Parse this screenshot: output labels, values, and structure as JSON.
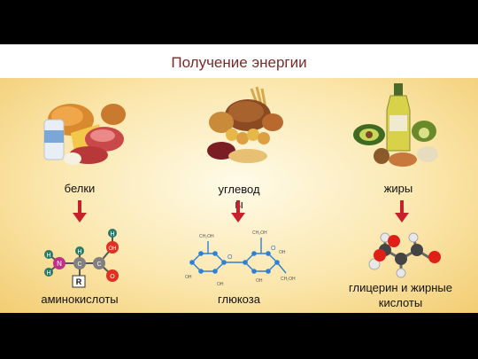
{
  "title": "Получение энергии",
  "columns": [
    {
      "food_label": "белки",
      "product_label": "аминокислоты",
      "food_icon": "protein-foods",
      "molecule_icon": "amino-acid-molecule"
    },
    {
      "food_label": "углевод\nы",
      "product_label": "глюкоза",
      "food_icon": "carbohydrate-foods",
      "molecule_icon": "glucose-molecule"
    },
    {
      "food_label": "жиры",
      "product_label": "глицерин и жирные кислоты",
      "food_icon": "fat-foods",
      "molecule_icon": "glycerol-molecule"
    }
  ],
  "molecule_labels": {
    "amino": {
      "h1": "H",
      "h2": "H",
      "h3": "H",
      "h4": "H",
      "n": "N",
      "c1": "C",
      "c2": "C",
      "o1": "O",
      "o2": "OH",
      "r": "R"
    },
    "glucose": {
      "ch2oh_top": "CH₂OH",
      "ch2oh_left": "CH₂OH",
      "ch2oh_right": "CH₂OH",
      "oh1": "OH",
      "oh2": "OH",
      "oh3": "OH",
      "oh4": "OH",
      "o1": "O",
      "o2": "O"
    }
  },
  "colors": {
    "title": "#7a2a2a",
    "arrow": "#c8202a",
    "oxygen": "#e03020",
    "hydrogen": "#2a7a6a",
    "carbon": "#808080",
    "nitrogen": "#c0308a",
    "glucose_node": "#2e7fd6"
  }
}
